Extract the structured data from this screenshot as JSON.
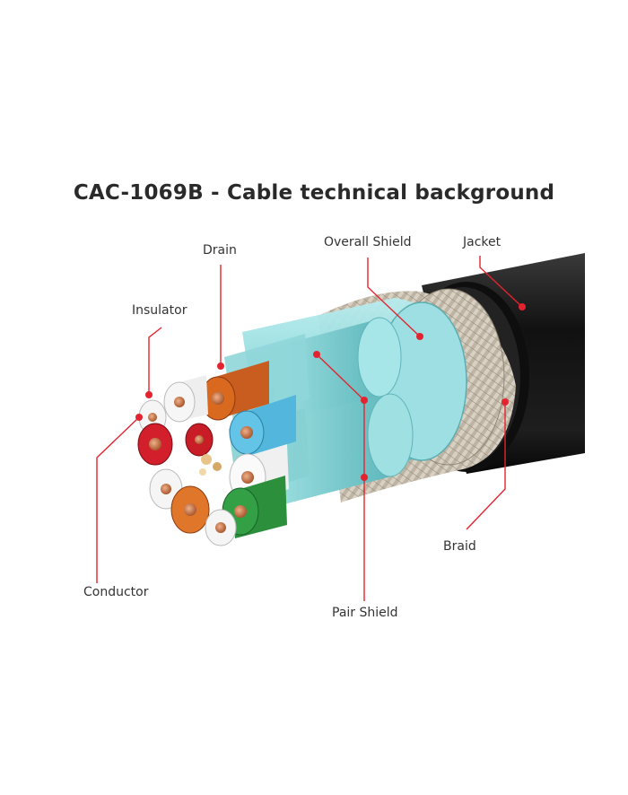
{
  "title": "CAC-1069B - Cable technical background",
  "labels": {
    "drain": "Drain",
    "overall_shield": "Overall Shield",
    "jacket": "Jacket",
    "insulator": "Insulator",
    "conductor": "Conductor",
    "pair_shield": "Pair Shield",
    "braid": "Braid"
  },
  "colors": {
    "callout": "#e3232f",
    "jacket": "#161616",
    "shield": "#7fd3d6",
    "braid": "#b7aea0",
    "copper": "#c8774a"
  }
}
